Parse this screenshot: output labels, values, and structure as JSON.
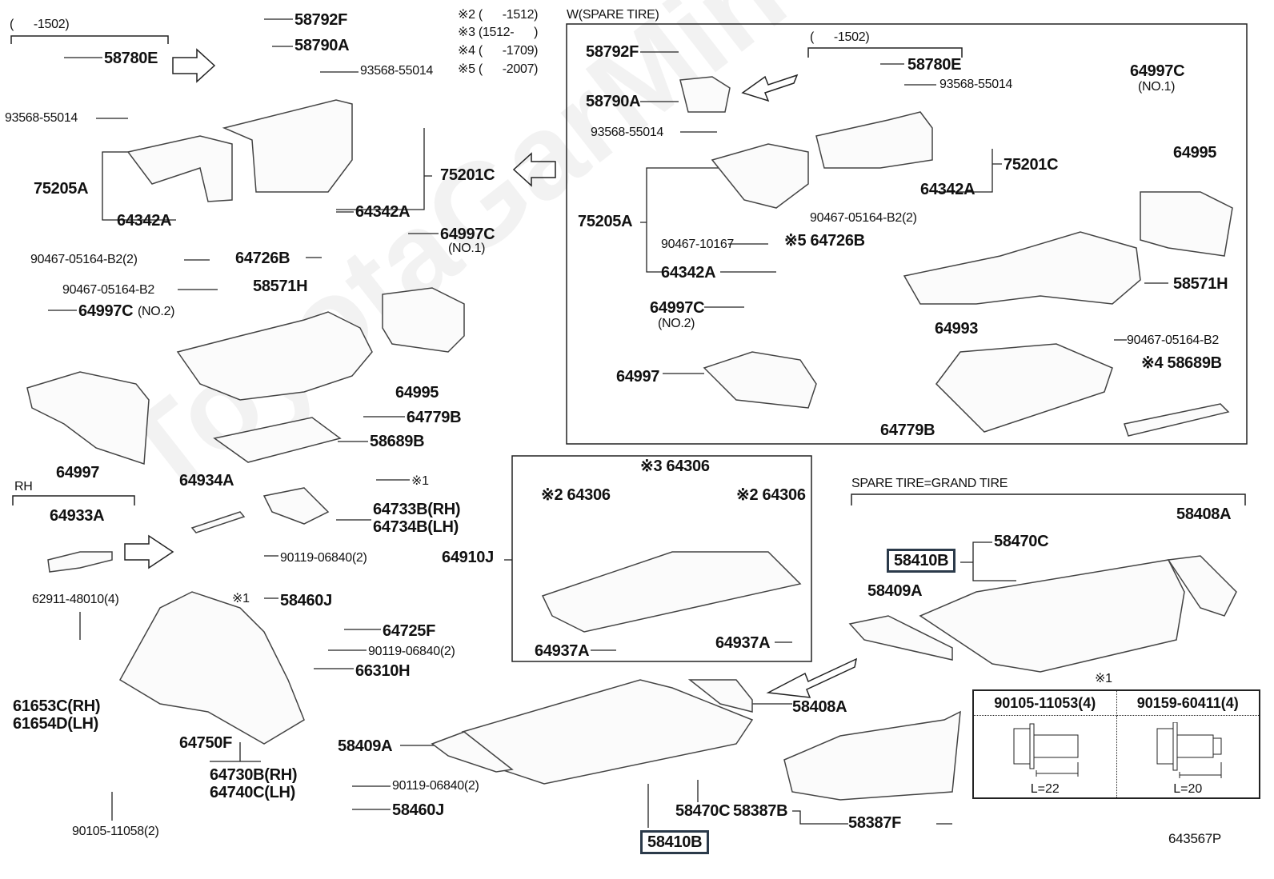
{
  "watermark": "ToyotaGarMine.ru",
  "diagram_id": "643567P",
  "notes": [
    "※2 (      -1512)",
    "※3 (1512-      )",
    "※4 (      -1709)",
    "※5 (      -2007)"
  ],
  "spare_tire_box_title": "W(SPARE TIRE)",
  "grand_tire_title": "SPARE TIRE=GRAND TIRE",
  "labels": [
    "(      -1502)",
    "58780E",
    "58792F",
    "58790A",
    "93568-55014",
    "93568-55014",
    "75205A",
    "75201C",
    "64342A",
    "64342A",
    "64997C",
    "(NO.1)",
    "90467-05164-B2(2)",
    "64726B",
    "58571H",
    "90467-05164-B2",
    "64997C",
    "(NO.2)",
    "64995",
    "64779B",
    "58689B",
    "64997",
    "58792F",
    "(      -1502)",
    "58780E",
    "93568-55014",
    "64997C",
    "(NO.1)",
    "58790A",
    "93568-55014",
    "64995",
    "75201C",
    "64342A",
    "75205A",
    "90467-05164-B2(2)",
    "90467-10167",
    "※5 64726B",
    "64342A",
    "58571H",
    "64997C",
    "(NO.2)",
    "64993",
    "90467-05164-B2",
    "※4 58689B",
    "64997",
    "64779B",
    "※3 64306",
    "※2 64306",
    "※2 64306",
    "64910J",
    "64937A",
    "64937A",
    "RH",
    "64934A",
    "※1",
    "64733B(RH)",
    "64734B(LH)",
    "64933A",
    "90119-06840(2)",
    "※1",
    "58460J",
    "62911-48010(4)",
    "64725F",
    "90119-06840(2)",
    "66310H",
    "61653C(RH)",
    "61654D(LH)",
    "64750F",
    "64730B(RH)",
    "64740C(LH)",
    "58409A",
    "90119-06840(2)",
    "58460J",
    "90105-11058(2)",
    "58408A",
    "58470C",
    "58387B",
    "58387F",
    "58408A",
    "58470C",
    "58409A",
    "※1"
  ],
  "highlighted_part": "58410B",
  "bolt_table": {
    "headers": [
      "90105-11053(4)",
      "90159-60411(4)"
    ],
    "lengths": [
      "L=22",
      "L=20"
    ]
  }
}
